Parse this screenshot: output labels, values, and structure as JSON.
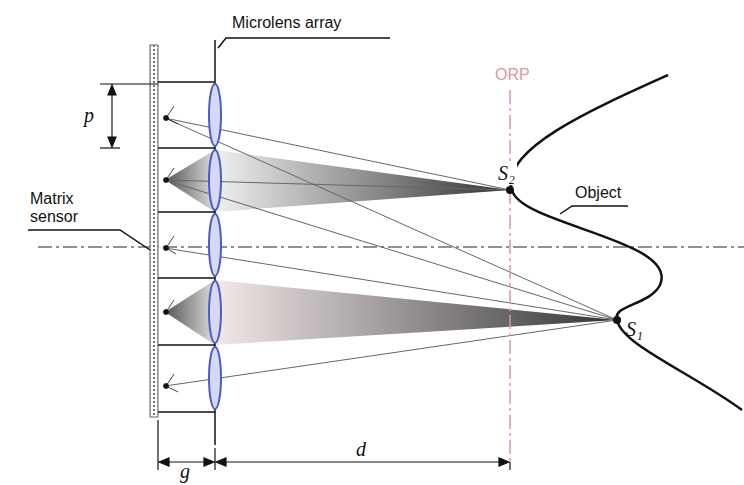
{
  "diagram": {
    "labels": [
      "Microlens array",
      "p",
      "Matrix sensor",
      "ORP",
      "S₂",
      "Object",
      "S₁",
      "g",
      "d"
    ]
  }
}
